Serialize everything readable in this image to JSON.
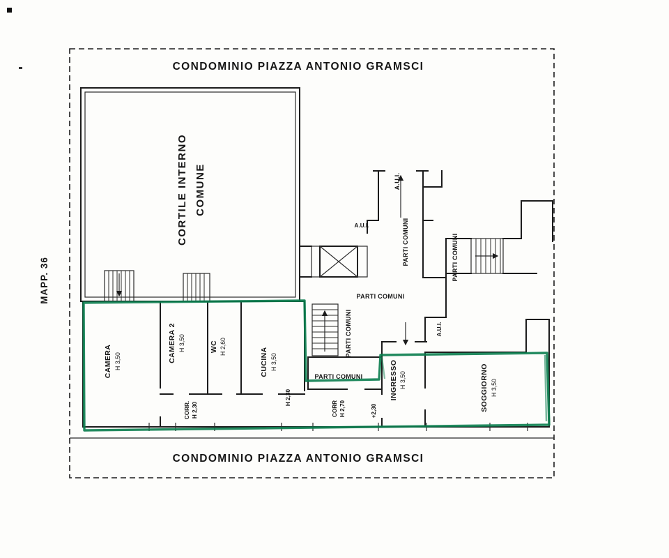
{
  "page": {
    "title_top": "CONDOMINIO PIAZZA ANTONIO GRAMSCI",
    "title_bottom": "CONDOMINIO PIAZZA ANTONIO GRAMSCI",
    "map_label": "MAPP. 36"
  },
  "courtyard": {
    "label_line1": "CORTILE INTERNO",
    "label_line2": "COMUNE"
  },
  "rooms": {
    "camera": {
      "name": "CAMERA",
      "height": "H 3,50"
    },
    "camera2": {
      "name": "CAMERA 2",
      "height": "H 3,50"
    },
    "wc": {
      "name": "WC",
      "height": "H 2,60"
    },
    "cucina": {
      "name": "CUCINA",
      "height": "H 3,50"
    },
    "corridoio1": {
      "name": "CORR.",
      "height": "H 2,30"
    },
    "corridoio2": {
      "name": "CORR",
      "height": "H 2,70"
    },
    "ingresso": {
      "name": "INGRESSO",
      "height": "H 3,50"
    },
    "soggiorno": {
      "name": "SOGGIORNO",
      "height": "H 3,50"
    }
  },
  "annotations": {
    "parti_comuni": "PARTI COMUNI",
    "aui": "A.U.I.",
    "h_230": "H 2,30",
    "level_230": "+2,30"
  },
  "colors": {
    "ink": "#1c1c1c",
    "highlight_green": "#0a7d4e"
  }
}
